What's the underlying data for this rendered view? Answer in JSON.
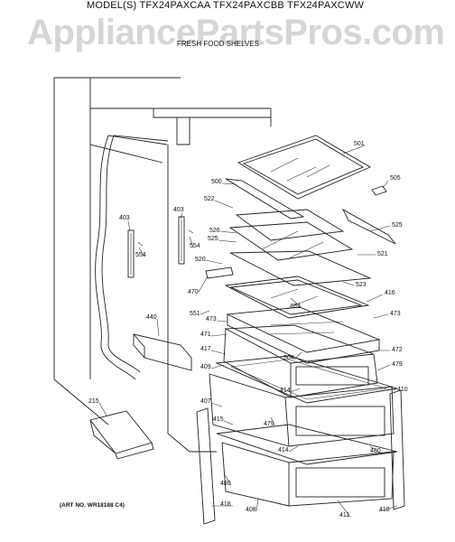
{
  "header": {
    "models": "MODEL(S) TFX24PAXCAA  TFX24PAXCBB  TFX24PAXCWW",
    "watermark": "AppliancePartsPros.com",
    "subtitle": "FRESH FOOD SHELVES"
  },
  "footer": {
    "art_number": "(ART NO. WR18188 C4)"
  },
  "parts": {
    "p501": "501",
    "p505": "505",
    "p500": "500",
    "p522": "522",
    "p526": "526",
    "p525a": "525",
    "p525b": "525",
    "p521": "521",
    "p520": "520",
    "p523": "523",
    "p470": "470",
    "p416": "416",
    "p551a": "551",
    "p551b": "551",
    "p473a": "473",
    "p473b": "473",
    "p471": "471",
    "p417": "417",
    "p409": "409",
    "p504": "504",
    "p472": "472",
    "p479a": "479",
    "p479b": "479",
    "p414a": "414",
    "p414b": "414",
    "p410": "410",
    "p407": "407",
    "p415": "415",
    "p480a": "480",
    "p480b": "480",
    "p418a": "418",
    "p418b": "418",
    "p408": "408",
    "p411": "411",
    "p403a": "403",
    "p403b": "403",
    "p554a": "554",
    "p554b": "554",
    "p440": "440",
    "p215": "215"
  }
}
